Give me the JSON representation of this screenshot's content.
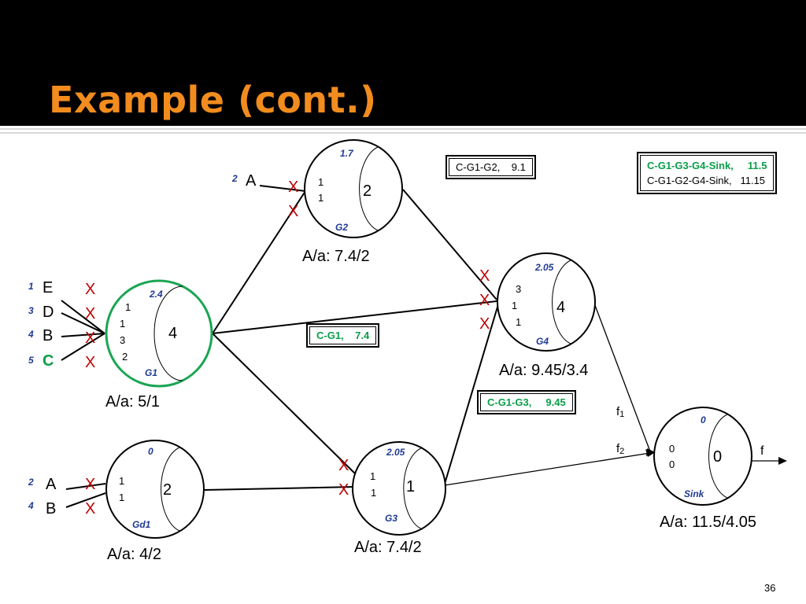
{
  "title": "Example (cont.)",
  "page_number": "36",
  "colors": {
    "title": "#f28c1e",
    "x_mark": "#c00000",
    "highlight": "#0a9d4a",
    "node_label": "#1f3a93"
  },
  "nodes": {
    "g1": {
      "name": "G1",
      "top": "2.4",
      "right": "4",
      "inputs": [
        "1",
        "1",
        "3",
        "2"
      ],
      "caption": "A/a: 5/1"
    },
    "g2": {
      "name": "G2",
      "top": "1.7",
      "right": "2",
      "inputs": [
        "1",
        "1"
      ],
      "caption": "A/a: 7.4/2"
    },
    "g3": {
      "name": "G3",
      "top": "2.05",
      "right": "1",
      "inputs": [
        "1",
        "1"
      ],
      "caption": "A/a: 7.4/2"
    },
    "g4": {
      "name": "G4",
      "top": "2.05",
      "right": "4",
      "inputs": [
        "3",
        "1",
        "1"
      ],
      "caption": "A/a: 9.45/3.4"
    },
    "gd1": {
      "name": "Gd1",
      "top": "0",
      "right": "2",
      "inputs": [
        "1",
        "1"
      ],
      "caption": "A/a: 4/2"
    },
    "sink": {
      "name": "Sink",
      "top": "0",
      "right": "0",
      "inputs": [
        "0",
        "0"
      ],
      "caption": "A/a: 11.5/4.05"
    }
  },
  "g2_input": {
    "number": "2",
    "signal": "A"
  },
  "g1_inputs": [
    {
      "number": "1",
      "signal": "E"
    },
    {
      "number": "3",
      "signal": "D"
    },
    {
      "number": "4",
      "signal": "B"
    },
    {
      "number": "5",
      "signal": "C"
    }
  ],
  "gd1_inputs": [
    {
      "number": "2",
      "signal": "A"
    },
    {
      "number": "4",
      "signal": "B"
    }
  ],
  "x_mark": "X",
  "fanout": {
    "f1": "f",
    "f1_sub": "1",
    "f2": "f",
    "f2_sub": "2",
    "out": "f"
  },
  "paths": {
    "c_g1_g2": "C-G1-G2,    9.1",
    "c_g1": "C-G1,    7.4",
    "c_g1_g3": "C-G1-G3,     9.45",
    "best": "C-G1-G3-G4-Sink,     11.5",
    "second": "C-G1-G2-G4-Sink,   11.15"
  }
}
